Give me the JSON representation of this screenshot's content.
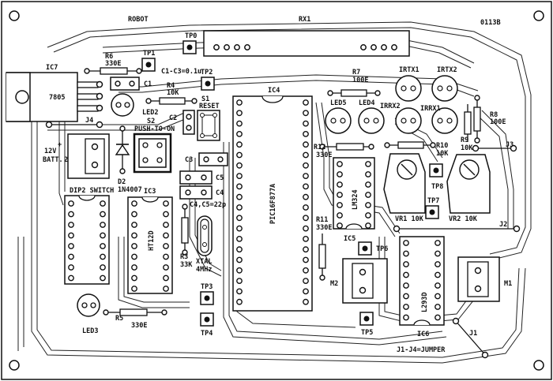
{
  "title": "ROBOT",
  "board_code": "0113B",
  "note": "J1-J4=JUMPER",
  "components": {
    "rx1": "RX1",
    "tp0": "TP0",
    "tp1": "TP1",
    "tp2": "TP2",
    "tp3": "TP3",
    "tp4": "TP4",
    "tp5": "TP5",
    "tp6": "TP6",
    "tp7": "TP7",
    "tp8": "TP8",
    "ic7": "IC7",
    "ic7_part": "7805",
    "r6": "R6",
    "r6_val": "330E",
    "c1": "C1",
    "c1_c3": "C1-C3=0.1u",
    "r4": "R4",
    "r4_val": "10K",
    "led2": "LED2",
    "c2": "C2",
    "s1": "S1",
    "reset": "RESET",
    "j4": "J4",
    "s2": "S2",
    "push_to_on": "PUSH-TO-ON",
    "batt_v": "12V",
    "batt_plus": "+",
    "batt_name": "BATT.",
    "batt_2": "2",
    "c3": "C3",
    "c5": "C5",
    "c4": "C4",
    "d2": "D2",
    "d2_part": "1N4007",
    "dip2_switch": "DIP2 SWITCH",
    "ic3": "IC3",
    "c4c5": "C4,C5=22p",
    "ht12d": "HT12D",
    "r3": "R3",
    "r3_val": "33K",
    "xtal": "XTAL",
    "xtal_freq": "4MHz",
    "ic4": "IC4",
    "pic": "PIC16F877A",
    "r7": "R7",
    "r7_val": "100E",
    "irtx1": "IRTX1",
    "irtx2": "IRTX2",
    "led5": "LED5",
    "led4": "LED4",
    "irrx2": "IRRX2",
    "irrx1": "IRRX1",
    "r8": "R8",
    "r8_val": "100E",
    "r12": "R12",
    "r12_val": "330E",
    "r10": "R10",
    "r10_val": "10K",
    "r9": "R9",
    "r9_val": "10K",
    "j3": "J3",
    "lm324": "LM324",
    "vr1": "VR1 10K",
    "vr2": "VR2 10K",
    "r11": "R11",
    "r11_val": "330E",
    "ic5": "IC5",
    "j2": "J2",
    "m2": "M2",
    "m1": "M1",
    "l293d": "L293D",
    "ic6": "IC6",
    "led3": "LED3",
    "r5": "R5",
    "r5_val": "330E",
    "j1": "J1"
  },
  "colors": {
    "trace": "#111111",
    "background": "#ffffff",
    "outline": "#333333"
  }
}
